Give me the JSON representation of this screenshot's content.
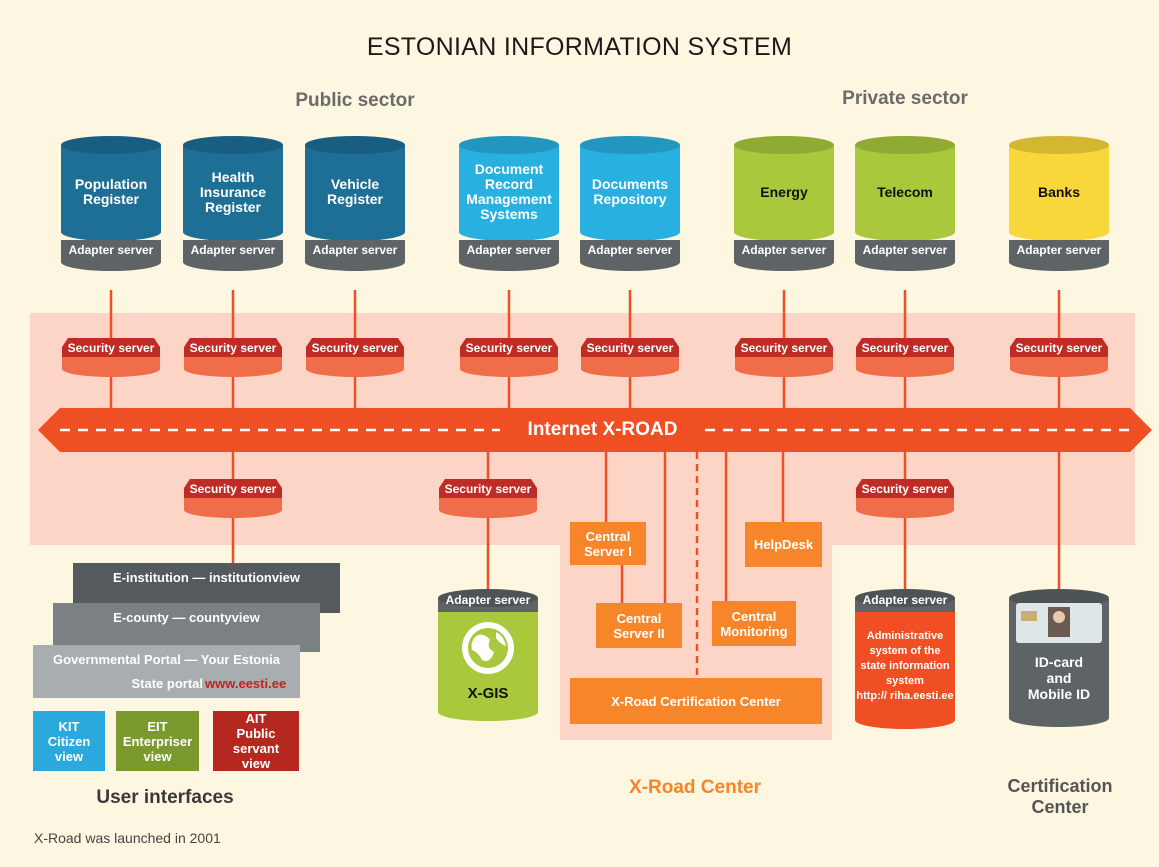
{
  "title": "ESTONIAN INFORMATION SYSTEM",
  "sectors": {
    "public": "Public sector",
    "private": "Private sector"
  },
  "adapter_label": "Adapter server",
  "security_label": "Security server",
  "registers": [
    {
      "name": "Population\nRegister",
      "color": "#1d6f96"
    },
    {
      "name": "Health\nInsurance\nRegister",
      "color": "#1d6f96"
    },
    {
      "name": "Vehicle\nRegister",
      "color": "#1d6f96"
    },
    {
      "name": "Document\nRecord\nManagement\nSystems",
      "color": "#28b0e0"
    },
    {
      "name": "Documents\nRepository",
      "color": "#28b0e0"
    },
    {
      "name": "Energy",
      "color": "#a9c83c"
    },
    {
      "name": "Telecom",
      "color": "#a9c83c"
    },
    {
      "name": "Banks",
      "color": "#f8d73a"
    }
  ],
  "road_label": "Internet X-ROAD",
  "portals": {
    "institution": "E-institution — institutionview",
    "county": "E-county — countyview",
    "portal_line1": "Governmental Portal — Your Estonia",
    "portal_line2": "State portal",
    "portal_url": "www.eesti.ee"
  },
  "views": [
    {
      "name": "KIT\nCitizen\nview",
      "color": "#2aa9df"
    },
    {
      "name": "EIT\nEnterpriser\nview",
      "color": "#7b9a2e"
    },
    {
      "name": "AIT\nPublic servant\nview",
      "color": "#b52820"
    }
  ],
  "user_interfaces": "User interfaces",
  "xgis": "X-GIS",
  "center_boxes": {
    "central1": "Central\nServer I",
    "central2": "Central\nServer II",
    "helpdesk": "HelpDesk",
    "monitoring": "Central\nMonitoring",
    "cert": "X-Road Certification Center"
  },
  "xroad_center": "X-Road Center",
  "riha": "Administrative\nsystem of the\nstate information\nsystem\nhttp:// riha.eesti.ee",
  "idcard": "ID-card\nand\nMobile ID",
  "cert_center": "Certification\nCenter",
  "footnote": "X-Road was launched in 2001",
  "colors": {
    "background": "#fdf6e0",
    "band": "#fcd5c7",
    "road": "#f04e23",
    "security": "#bf2b25",
    "orange_box": "#f7862a",
    "gray_cyl": "#5e6466"
  }
}
